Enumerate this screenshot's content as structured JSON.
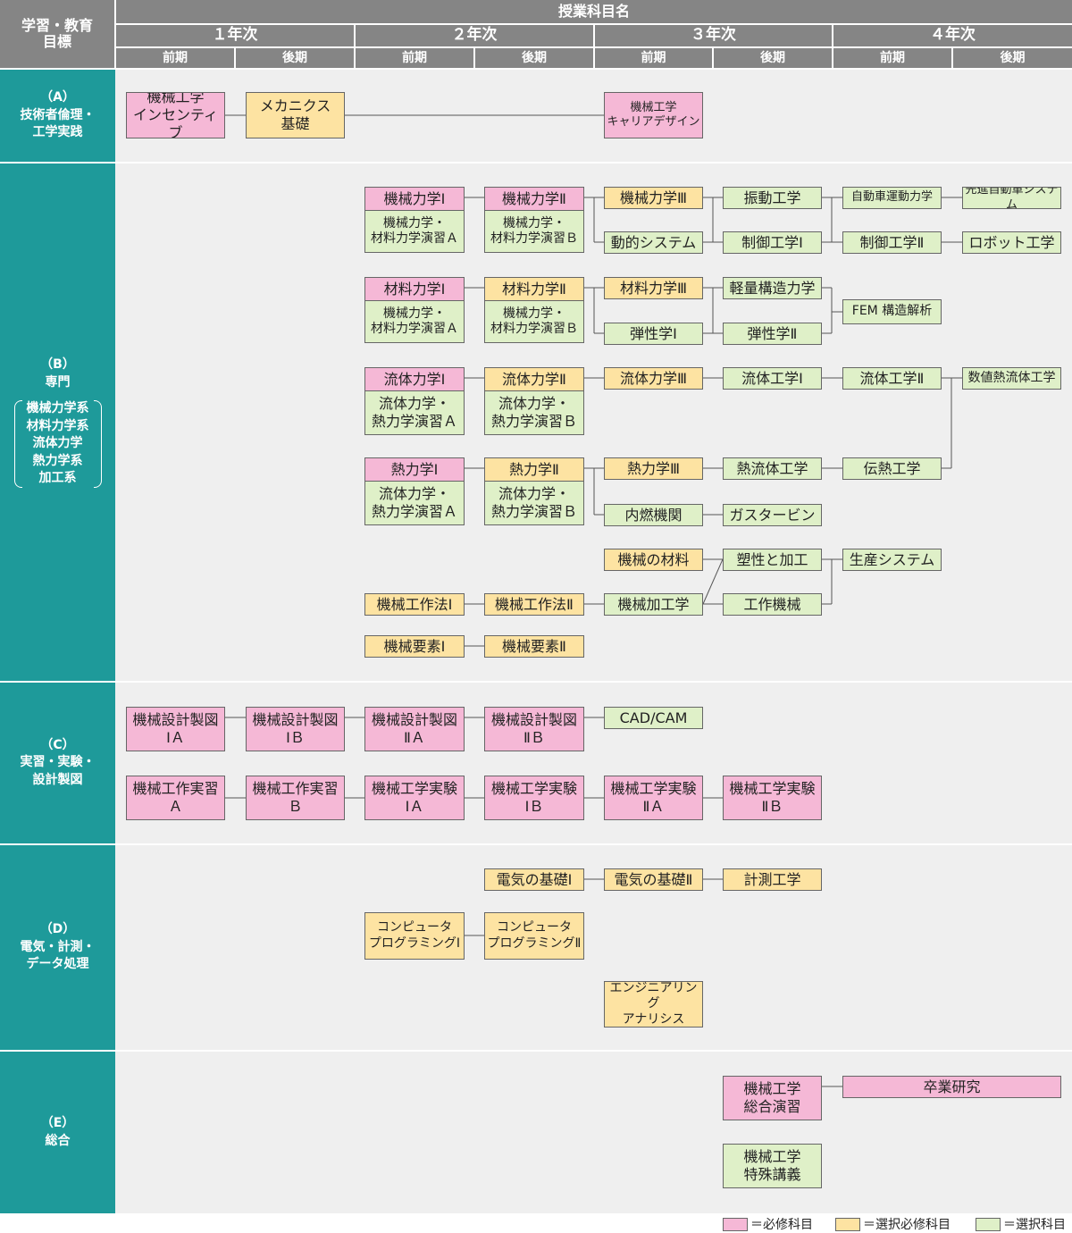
{
  "header": {
    "corner": "学習・教育\n目標",
    "subjects_title": "授業科目名",
    "years": [
      "１年次",
      "２年次",
      "３年次",
      "４年次"
    ],
    "semesters": [
      "前期",
      "後期",
      "前期",
      "後期",
      "前期",
      "後期",
      "前期",
      "後期"
    ]
  },
  "sections": [
    {
      "code": "（A）",
      "title": "技術者倫理・\n工学実践"
    },
    {
      "code": "（B）",
      "title": "専門",
      "sub": [
        "機械力学系",
        "材料力学系",
        "流体力学",
        "熱力学系",
        "加工系"
      ]
    },
    {
      "code": "（C）",
      "title": "実習・実験・\n設計製図"
    },
    {
      "code": "（D）",
      "title": "電気・計測・\nデータ処理"
    },
    {
      "code": "（E）",
      "title": "総合"
    }
  ],
  "courses": {
    "a_incentive": {
      "label": "機械工学\nインセンティブ",
      "type": "required"
    },
    "a_mech_basic": {
      "label": "メカニクス\n基礎",
      "type": "elective_required"
    },
    "a_career": {
      "label": "機械工学\nキャリアデザイン",
      "type": "required"
    },
    "dyn1": {
      "label": "機械力学Ⅰ",
      "type": "required"
    },
    "dyn1_ex": {
      "label": "機械力学・\n材料力学演習Ａ",
      "type": "elective"
    },
    "dyn2": {
      "label": "機械力学Ⅱ",
      "type": "required"
    },
    "dyn2_ex": {
      "label": "機械力学・\n材料力学演習Ｂ",
      "type": "elective"
    },
    "dyn3": {
      "label": "機械力学Ⅲ",
      "type": "elective_required"
    },
    "dyn_sys": {
      "label": "動的システム",
      "type": "elective"
    },
    "vib": {
      "label": "振動工学",
      "type": "elective"
    },
    "ctrl1": {
      "label": "制御工学Ⅰ",
      "type": "elective"
    },
    "vehicle": {
      "label": "自動車運動力学",
      "type": "elective"
    },
    "ctrl2": {
      "label": "制御工学Ⅱ",
      "type": "elective"
    },
    "adv_car": {
      "label": "先進自動車システム",
      "type": "elective"
    },
    "robot": {
      "label": "ロボット工学",
      "type": "elective"
    },
    "mat1": {
      "label": "材料力学Ⅰ",
      "type": "required"
    },
    "mat1_ex": {
      "label": "機械力学・\n材料力学演習Ａ",
      "type": "elective"
    },
    "mat2": {
      "label": "材料力学Ⅱ",
      "type": "elective_required"
    },
    "mat2_ex": {
      "label": "機械力学・\n材料力学演習Ｂ",
      "type": "elective"
    },
    "mat3": {
      "label": "材料力学Ⅲ",
      "type": "elective_required"
    },
    "elast1": {
      "label": "弾性学Ⅰ",
      "type": "elective"
    },
    "light": {
      "label": "軽量構造力学",
      "type": "elective"
    },
    "elast2": {
      "label": "弾性学Ⅱ",
      "type": "elective"
    },
    "fem": {
      "label": "FEM 構造解析",
      "type": "elective"
    },
    "flu1": {
      "label": "流体力学Ⅰ",
      "type": "required"
    },
    "flu1_ex": {
      "label": "流体力学・\n熱力学演習Ａ",
      "type": "elective"
    },
    "flu2": {
      "label": "流体力学Ⅱ",
      "type": "elective_required"
    },
    "flu2_ex": {
      "label": "流体力学・\n熱力学演習Ｂ",
      "type": "elective"
    },
    "flu3": {
      "label": "流体力学Ⅲ",
      "type": "elective_required"
    },
    "fluid_eng1": {
      "label": "流体工学Ⅰ",
      "type": "elective"
    },
    "fluid_eng2": {
      "label": "流体工学Ⅱ",
      "type": "elective"
    },
    "cfd": {
      "label": "数値熱流体工学",
      "type": "elective"
    },
    "thermo1": {
      "label": "熱力学Ⅰ",
      "type": "required"
    },
    "thermo1_ex": {
      "label": "流体力学・\n熱力学演習Ａ",
      "type": "elective"
    },
    "thermo2": {
      "label": "熱力学Ⅱ",
      "type": "elective_required"
    },
    "thermo2_ex": {
      "label": "流体力学・\n熱力学演習Ｂ",
      "type": "elective"
    },
    "thermo3": {
      "label": "熱力学Ⅲ",
      "type": "elective_required"
    },
    "ice": {
      "label": "内燃機関",
      "type": "elective"
    },
    "thermo_fluid": {
      "label": "熱流体工学",
      "type": "elective"
    },
    "gas_turbine": {
      "label": "ガスタービン",
      "type": "elective"
    },
    "heat_transfer": {
      "label": "伝熱工学",
      "type": "elective"
    },
    "materials": {
      "label": "機械の材料",
      "type": "elective_required"
    },
    "plastic": {
      "label": "塑性と加工",
      "type": "elective"
    },
    "prod_sys": {
      "label": "生産システム",
      "type": "elective"
    },
    "mfg1": {
      "label": "機械工作法Ⅰ",
      "type": "elective_required"
    },
    "mfg2": {
      "label": "機械工作法Ⅱ",
      "type": "elective_required"
    },
    "machining": {
      "label": "機械加工学",
      "type": "elective"
    },
    "machine_tool": {
      "label": "工作機械",
      "type": "elective"
    },
    "elem1": {
      "label": "機械要素Ⅰ",
      "type": "elective_required"
    },
    "elem2": {
      "label": "機械要素Ⅱ",
      "type": "elective_required"
    },
    "draw1a": {
      "label": "機械設計製図\nⅠＡ",
      "type": "required"
    },
    "draw1b": {
      "label": "機械設計製図\nⅠＢ",
      "type": "required"
    },
    "draw2a": {
      "label": "機械設計製図\nⅡＡ",
      "type": "required"
    },
    "draw2b": {
      "label": "機械設計製図\nⅡＢ",
      "type": "required"
    },
    "cadcam": {
      "label": "CAD/CAM",
      "type": "elective"
    },
    "work_a": {
      "label": "機械工作実習\nＡ",
      "type": "required"
    },
    "work_b": {
      "label": "機械工作実習\nＢ",
      "type": "required"
    },
    "exp1a": {
      "label": "機械工学実験\nⅠＡ",
      "type": "required"
    },
    "exp1b": {
      "label": "機械工学実験\nⅠＢ",
      "type": "required"
    },
    "exp2a": {
      "label": "機械工学実験\nⅡＡ",
      "type": "required"
    },
    "exp2b": {
      "label": "機械工学実験\nⅡＢ",
      "type": "required"
    },
    "elec1": {
      "label": "電気の基礎Ⅰ",
      "type": "elective_required"
    },
    "elec2": {
      "label": "電気の基礎Ⅱ",
      "type": "elective_required"
    },
    "measure": {
      "label": "計測工学",
      "type": "elective_required"
    },
    "prog1": {
      "label": "コンピュータ\nプログラミングⅠ",
      "type": "elective_required"
    },
    "prog2": {
      "label": "コンピュータ\nプログラミングⅡ",
      "type": "elective_required"
    },
    "eng_anal": {
      "label": "エンジニアリング\nアナリシス",
      "type": "elective_required"
    },
    "ex_total": {
      "label": "機械工学\n総合演習",
      "type": "required"
    },
    "thesis": {
      "label": "卒業研究",
      "type": "required"
    },
    "special": {
      "label": "機械工学\n特殊講義",
      "type": "elective"
    }
  },
  "legend": [
    {
      "label": "＝必修科目",
      "color": "#f5b8d6"
    },
    {
      "label": "＝選択必修科目",
      "color": "#fde3a2"
    },
    {
      "label": "＝選択科目",
      "color": "#dff0c8"
    }
  ],
  "colors": {
    "required": "#f5b8d6",
    "elective_required": "#fde3a2",
    "elective": "#dff0c8",
    "header": "#858585",
    "section": "#1e9a9a",
    "band": "#efefef"
  }
}
